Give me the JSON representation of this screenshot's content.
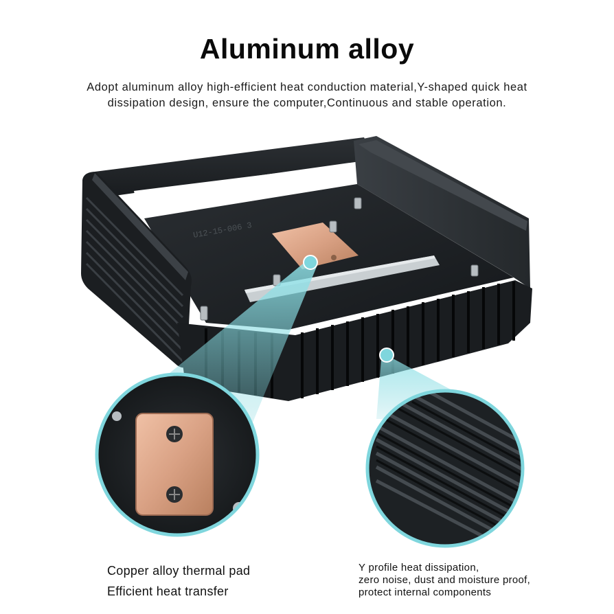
{
  "header": {
    "title": "Aluminum alloy",
    "description_line1": "Adopt aluminum alloy high-efficient heat conduction material,Y-shaped quick heat",
    "description_line2": "dissipation design, ensure the computer,Continuous and stable operation."
  },
  "chassis": {
    "engraving": "U12-15-006 3"
  },
  "callouts": {
    "left": {
      "line1": "Copper alloy thermal pad",
      "line2": "Efficient heat transfer"
    },
    "right": {
      "line1": "Y profile heat dissipation,",
      "line2": "zero noise, dust and moisture proof,",
      "line3": "protect internal components"
    }
  },
  "colors": {
    "chassis_dark": "#1c1f22",
    "copper": "#d9a184",
    "highlight_cyan": "#7fd6dd",
    "rail": "#c9cfd2"
  }
}
